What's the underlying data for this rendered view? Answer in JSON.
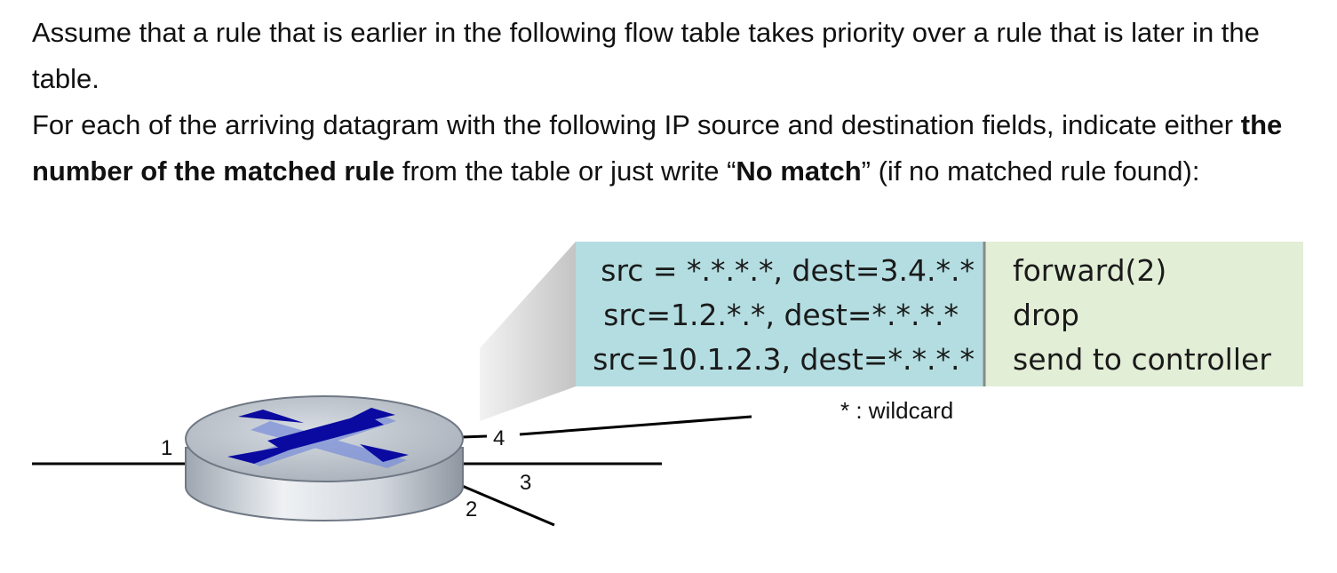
{
  "question": {
    "paragraph1": "Assume that a rule that is earlier in the following flow table takes priority over a rule that is later in the table.",
    "paragraph2_part1": "For each of  the arriving datagram with the following IP source and destination fields, indicate either ",
    "paragraph2_bold1": "the number of the matched rule",
    "paragraph2_part2": " from the table or just write “",
    "paragraph2_bold2": "No match",
    "paragraph2_part3": "”  (if no matched rule found):"
  },
  "flow_table": {
    "rules": [
      {
        "match": "src = *.*.*.*, dest=3.4.*.*",
        "action": "forward(2)"
      },
      {
        "match": "src=1.2.*.*, dest=*.*.*.*",
        "action": "drop"
      },
      {
        "match": "src=10.1.2.3, dest=*.*.*.*",
        "action": "send to controller"
      }
    ],
    "wildcard_note": "* : wildcard",
    "match_bg_color": "#b4dde1",
    "action_bg_color": "#e2eed6"
  },
  "router": {
    "ports": [
      "1",
      "2",
      "3",
      "4"
    ],
    "cross_color": "#0a0aa0"
  }
}
